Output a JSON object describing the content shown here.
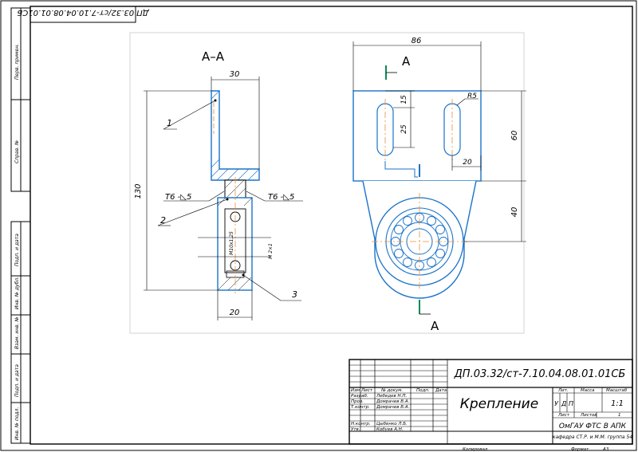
{
  "drawing": {
    "title_code": "ДП.03.32/ст-7.10.04.08.01.01СБ",
    "title_code_top": "ДП.03.32/ст-7.10.04.08.01.01СБ",
    "part_name": "Крепление",
    "section_label": "А–А",
    "cut_label_top": "А",
    "cut_label_bottom": "А",
    "weld_left": "Т6 -◺5",
    "weld_right": "Т6 -◺5",
    "pos_1": "1",
    "pos_2": "2",
    "pos_3": "3",
    "dim_30": "30",
    "dim_130": "130",
    "dim_20_bottom": "20",
    "dim_m_small": "М10х1,25",
    "dim_m_right": "М 2×1",
    "dim_86": "86",
    "dim_15": "15",
    "dim_25": "25",
    "dim_r5": "R5",
    "dim_20_right": "20",
    "dim_60": "60",
    "dim_40": "40"
  },
  "title_block": {
    "hdr_lit": "Лит.",
    "hdr_mass": "Масса",
    "hdr_scale": "Масштаб",
    "scale_value": "1:1",
    "lit_u": "У",
    "lit_d": "Д",
    "lit_p": "П",
    "col_izm": "Изм",
    "col_list": "Лист",
    "col_doc": "№ докум.",
    "col_sign": "Подп.",
    "col_date": "Дата",
    "row_razrab": "Разраб.",
    "row_prov": "Пров.",
    "row_tkontr": "Т.контр.",
    "row_nkontr": "Н.контр.",
    "row_utv": "Утв.",
    "name_razrab": "Лебедев Н.П.",
    "name_prov": "Домрачев В.А.",
    "name_tkontr": "Домрачев В.А.",
    "name_nkontr": "Цыбенко Л.Б.",
    "name_utv": "Кобуев А.Н.",
    "sheet_label": "Лист",
    "sheets_label": "Листов",
    "sheets_value": "1",
    "org_line1": "ОмГАУ ФТС В АПК",
    "org_line2": "кафедра СТ.Р. и М.М. группа 54",
    "copied": "Копировал",
    "format_label": "Формат",
    "format_value": "А3"
  },
  "side_stamps": {
    "perv_primen": "Перв. примен.",
    "sprav": "Справ. №",
    "podp_data_1": "Подп. и дата",
    "inv_dubl": "Инв. № дубл.",
    "vzam_inv": "Взам. инв. №",
    "podp_data_2": "Подп. и дата",
    "inv_podl": "Инв. № подл."
  },
  "colors": {
    "line_black": "#000000",
    "line_blue": "#1a73c9",
    "axis_orange": "#e8903a",
    "frame_gray": "#b9b9b9"
  }
}
